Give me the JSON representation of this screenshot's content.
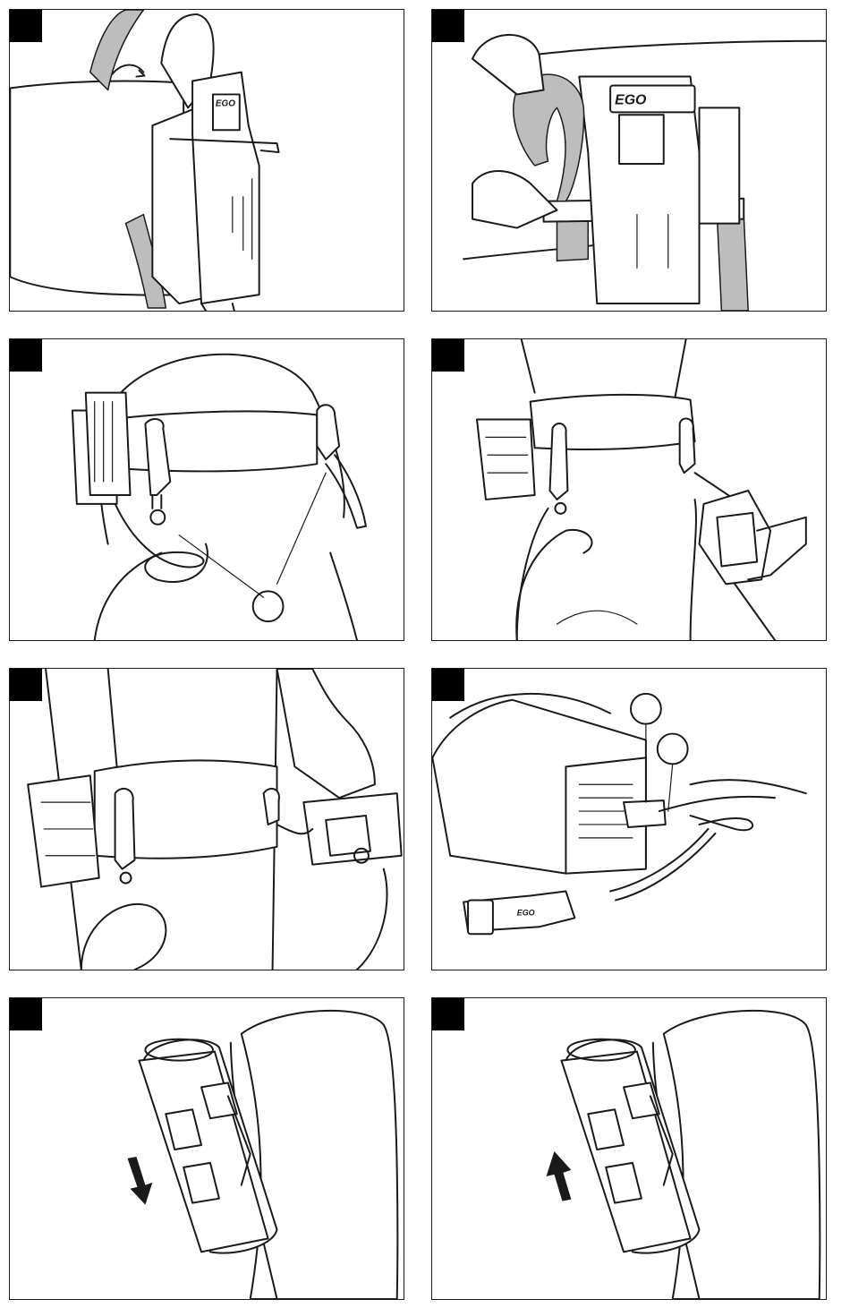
{
  "page": {
    "panels": [
      {
        "id": "p1",
        "step_label": "",
        "brand_text": "EGO",
        "description_icon": "harness-attach-icon"
      },
      {
        "id": "p2",
        "step_label": "",
        "brand_text": "EGO",
        "description_icon": "strap-pull-icon"
      },
      {
        "id": "p3",
        "step_label": "",
        "description_icon": "carabiner-hook-icon"
      },
      {
        "id": "p4",
        "step_label": "",
        "description_icon": "chainsaw-hang-icon"
      },
      {
        "id": "p5",
        "step_label": "",
        "description_icon": "hand-carry-icon"
      },
      {
        "id": "p6",
        "step_label": "",
        "brand_text": "EGO",
        "description_icon": "power-head-cord-icon"
      },
      {
        "id": "p7",
        "step_label": "",
        "description_icon": "arrow-down-icon"
      },
      {
        "id": "p8",
        "step_label": "",
        "description_icon": "arrow-up-icon"
      }
    ],
    "colors": {
      "line": "#1a1a1a",
      "strap": "#bdbdbd",
      "tag": "#000000"
    }
  }
}
